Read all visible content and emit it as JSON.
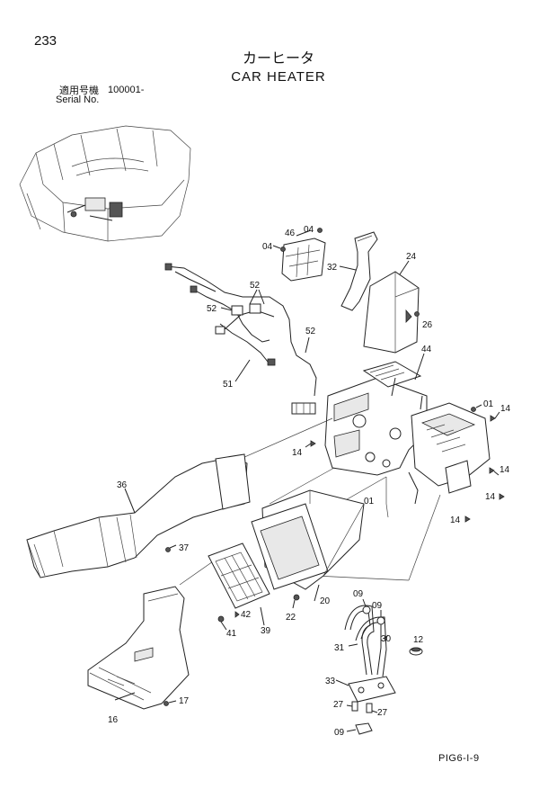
{
  "header": {
    "page_number": "233",
    "title_jp": "カーヒータ",
    "title_en": "CAR HEATER",
    "serial_label_jp": "適用号機",
    "serial_value": "100001-",
    "serial_label_en": "Serial No."
  },
  "callouts": [
    {
      "id": "c46a",
      "label": "46"
    },
    {
      "id": "c04a",
      "label": "04"
    },
    {
      "id": "c04b",
      "label": "04"
    },
    {
      "id": "c32",
      "label": "32"
    },
    {
      "id": "c24",
      "label": "24"
    },
    {
      "id": "c26",
      "label": "26"
    },
    {
      "id": "c52a",
      "label": "52"
    },
    {
      "id": "c52b",
      "label": "52"
    },
    {
      "id": "c52c",
      "label": "52"
    },
    {
      "id": "c51",
      "label": "51"
    },
    {
      "id": "c44",
      "label": "44"
    },
    {
      "id": "c01a",
      "label": "01"
    },
    {
      "id": "c14a",
      "label": "14"
    },
    {
      "id": "c14b",
      "label": "14"
    },
    {
      "id": "c14c",
      "label": "14"
    },
    {
      "id": "c14d",
      "label": "14"
    },
    {
      "id": "c14e",
      "label": "14"
    },
    {
      "id": "c36",
      "label": "36"
    },
    {
      "id": "c01b",
      "label": "01"
    },
    {
      "id": "c37",
      "label": "37"
    },
    {
      "id": "c20",
      "label": "20"
    },
    {
      "id": "c22",
      "label": "22"
    },
    {
      "id": "c42",
      "label": "42"
    },
    {
      "id": "c41",
      "label": "41"
    },
    {
      "id": "c39",
      "label": "39"
    },
    {
      "id": "c09a",
      "label": "09"
    },
    {
      "id": "c09b",
      "label": "09"
    },
    {
      "id": "c31",
      "label": "31"
    },
    {
      "id": "c30",
      "label": "30"
    },
    {
      "id": "c12",
      "label": "12"
    },
    {
      "id": "c33",
      "label": "33"
    },
    {
      "id": "c27a",
      "label": "27"
    },
    {
      "id": "c27b",
      "label": "27"
    },
    {
      "id": "c09c",
      "label": "09"
    },
    {
      "id": "c16",
      "label": "16"
    },
    {
      "id": "c17",
      "label": "17"
    }
  ],
  "footer": {
    "code": "PIG6-I-9"
  }
}
